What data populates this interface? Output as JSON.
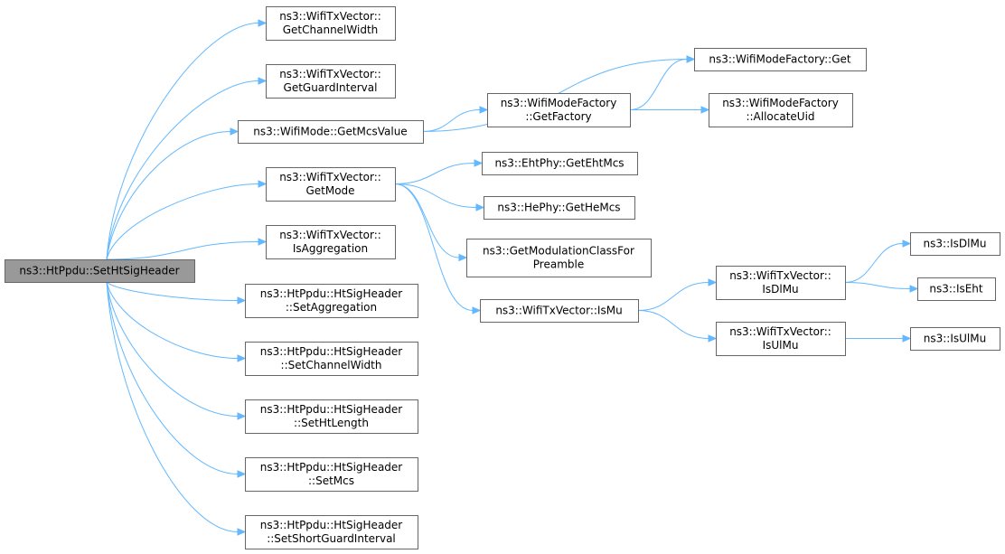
{
  "colors": {
    "edge": "#63b8ff",
    "node_border": "#666666",
    "root_fill": "#999999",
    "node_fill": "#ffffff"
  },
  "nodes": [
    {
      "id": "root",
      "lines": [
        "ns3::HtPpdu::SetHtSigHeader"
      ],
      "root": true
    },
    {
      "id": "gcw",
      "lines": [
        "ns3::WifiTxVector::",
        "GetChannelWidth"
      ]
    },
    {
      "id": "ggi",
      "lines": [
        "ns3::WifiTxVector::",
        "GetGuardInterval"
      ]
    },
    {
      "id": "gmcs",
      "lines": [
        "ns3::WifiMode::GetMcsValue"
      ]
    },
    {
      "id": "gmode",
      "lines": [
        "ns3::WifiTxVector::",
        "GetMode"
      ]
    },
    {
      "id": "isagg",
      "lines": [
        "ns3::WifiTxVector::",
        "IsAggregation"
      ]
    },
    {
      "id": "setagg",
      "lines": [
        "ns3::HtPpdu::HtSigHeader",
        "::SetAggregation"
      ]
    },
    {
      "id": "setcw",
      "lines": [
        "ns3::HtPpdu::HtSigHeader",
        "::SetChannelWidth"
      ]
    },
    {
      "id": "sethtl",
      "lines": [
        "ns3::HtPpdu::HtSigHeader",
        "::SetHtLength"
      ]
    },
    {
      "id": "setmcs",
      "lines": [
        "ns3::HtPpdu::HtSigHeader",
        "::SetMcs"
      ]
    },
    {
      "id": "setsgi",
      "lines": [
        "ns3::HtPpdu::HtSigHeader",
        "::SetShortGuardInterval"
      ]
    },
    {
      "id": "mfget",
      "lines": [
        "ns3::WifiModeFactory::Get"
      ]
    },
    {
      "id": "mfgetf",
      "lines": [
        "ns3::WifiModeFactory",
        "::GetFactory"
      ]
    },
    {
      "id": "mfuid",
      "lines": [
        "ns3::WifiModeFactory",
        "::AllocateUid"
      ]
    },
    {
      "id": "eht",
      "lines": [
        "ns3::EhtPhy::GetEhtMcs"
      ]
    },
    {
      "id": "he",
      "lines": [
        "ns3::HePhy::GetHeMcs"
      ]
    },
    {
      "id": "gmcp",
      "lines": [
        "ns3::GetModulationClassFor",
        "Preamble"
      ]
    },
    {
      "id": "ismu",
      "lines": [
        "ns3::WifiTxVector::IsMu"
      ]
    },
    {
      "id": "isdlmu",
      "lines": [
        "ns3::WifiTxVector::",
        "IsDlMu"
      ]
    },
    {
      "id": "isulmu",
      "lines": [
        "ns3::WifiTxVector::",
        "IsUlMu"
      ]
    },
    {
      "id": "isdlmu2",
      "lines": [
        "ns3::IsDlMu"
      ]
    },
    {
      "id": "iseht",
      "lines": [
        "ns3::IsEht"
      ]
    },
    {
      "id": "isulmu2",
      "lines": [
        "ns3::IsUlMu"
      ]
    }
  ],
  "edges": [
    [
      "root",
      "gcw"
    ],
    [
      "root",
      "ggi"
    ],
    [
      "root",
      "gmcs"
    ],
    [
      "root",
      "gmode"
    ],
    [
      "root",
      "isagg"
    ],
    [
      "root",
      "setagg"
    ],
    [
      "root",
      "setcw"
    ],
    [
      "root",
      "sethtl"
    ],
    [
      "root",
      "setmcs"
    ],
    [
      "root",
      "setsgi"
    ],
    [
      "gmcs",
      "mfget"
    ],
    [
      "gmcs",
      "mfgetf"
    ],
    [
      "mfgetf",
      "mfget"
    ],
    [
      "mfgetf",
      "mfuid"
    ],
    [
      "gmode",
      "eht"
    ],
    [
      "gmode",
      "he"
    ],
    [
      "gmode",
      "gmcp"
    ],
    [
      "gmode",
      "ismu"
    ],
    [
      "ismu",
      "isdlmu"
    ],
    [
      "ismu",
      "isulmu"
    ],
    [
      "isdlmu",
      "isdlmu2"
    ],
    [
      "isdlmu",
      "iseht"
    ],
    [
      "isulmu",
      "isulmu2"
    ]
  ]
}
